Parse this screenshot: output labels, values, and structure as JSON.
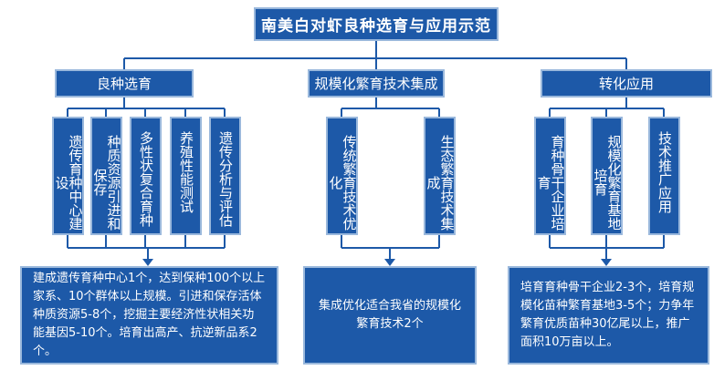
{
  "title": "南美白对虾良种选育与应用示范",
  "colors": {
    "box_fill": "#1d59a8",
    "box_border": "#9ab8dc",
    "connector": "#1d59a8",
    "text": "#ffffff"
  },
  "categories": [
    {
      "label": "良种选育",
      "items": [
        "遗传育种中心建设",
        "种质资源引进和保存",
        "多性状复合育种",
        "养殖性能测试",
        "遗传分析与评估"
      ],
      "description": "建成遗传育种中心1个，达到保种100个以上家系、10个群体以上规模。引进和保存活体种质资源5-8个，挖掘主要经济性状相关功能基因5-10个。培育出高产、抗逆新品系2个。"
    },
    {
      "label": "规模化繁育技术集成",
      "items": [
        "传统繁育技术优化",
        "生态繁育技术集成"
      ],
      "description": "集成优化适合我省的规模化繁育技术2个"
    },
    {
      "label": "转化应用",
      "items": [
        "育种骨干企业培育",
        "规模化繁育基地培育",
        "技术推广应用"
      ],
      "description": "培育育种骨干企业2-3个，培育规模化苗种繁育基地3-5个；力争年繁育优质苗种30亿尾以上，推广面积10万亩以上。"
    }
  ]
}
